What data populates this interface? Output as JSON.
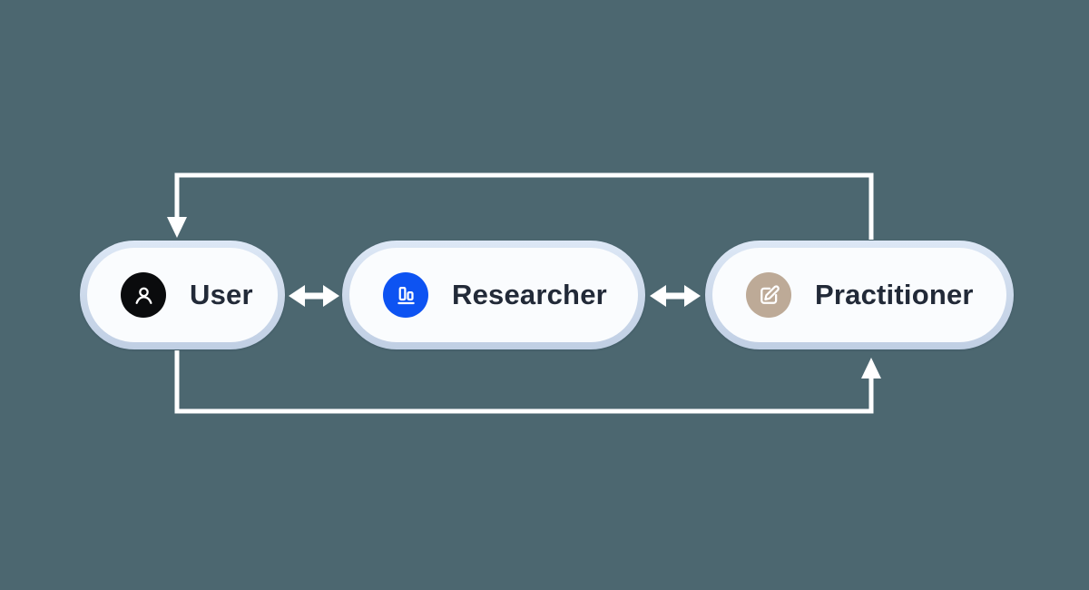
{
  "canvas": {
    "background": "#4c6770"
  },
  "diagram": {
    "nodes": [
      {
        "id": "user",
        "label": "User",
        "icon": "user-icon",
        "icon_bg": "#0a0b0d"
      },
      {
        "id": "researcher",
        "label": "Researcher",
        "icon": "bar-chart-icon",
        "icon_bg": "#0d53f2"
      },
      {
        "id": "practitioner",
        "label": "Practitioner",
        "icon": "edit-icon",
        "icon_bg": "#bdaa97"
      }
    ],
    "connections": [
      {
        "from": "user",
        "to": "researcher",
        "style": "double-headed-arrow"
      },
      {
        "from": "researcher",
        "to": "practitioner",
        "style": "double-headed-arrow"
      },
      {
        "from": "practitioner",
        "to": "user",
        "style": "elbow-loop-top",
        "arrow_into": "user"
      },
      {
        "from": "user",
        "to": "practitioner",
        "style": "elbow-loop-bottom",
        "arrow_into": "practitioner"
      }
    ],
    "colors": {
      "connector": "#ffffff",
      "node_fill": "#fafcfe",
      "node_ring_top": "#dde8f6",
      "node_ring_bottom": "#c0cfe4",
      "label_text": "#222a38"
    }
  }
}
